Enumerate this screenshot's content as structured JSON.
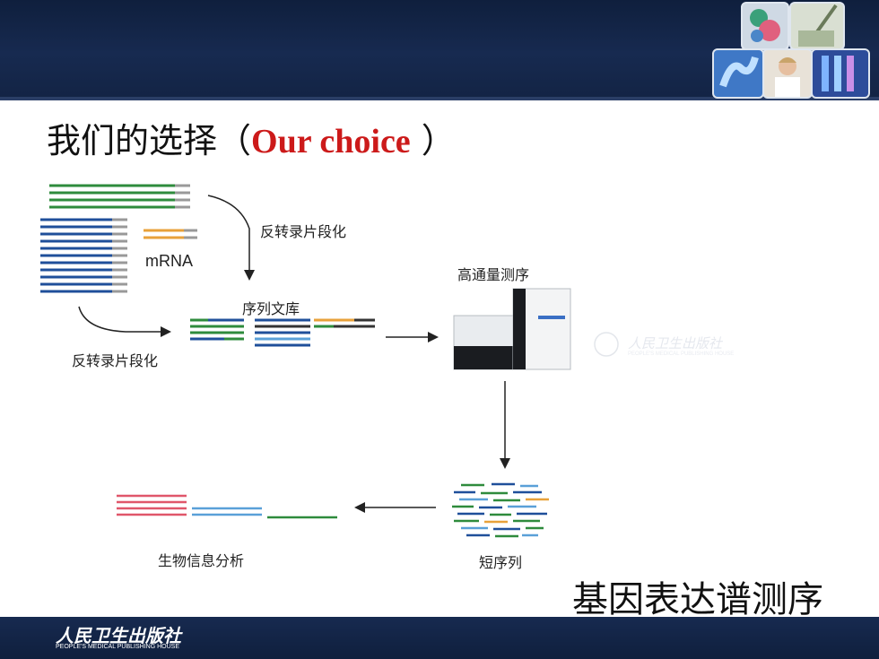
{
  "slide": {
    "title_cn": "我们的选择（",
    "title_en": "Our choice",
    "title_close": " ）",
    "subtitle": "基因表达谱测序"
  },
  "diagram": {
    "label_reverse_top": "反转录片段化",
    "label_mrna": "mRNA",
    "label_reverse_bottom": "反转录片段化",
    "label_library": "序列文库",
    "label_sequencing": "高通量测序",
    "label_short_reads": "短序列",
    "label_bioinfo": "生物信息分析"
  },
  "publisher": {
    "name_cn": "人民卫生出版社",
    "name_en": "PEOPLE'S MEDICAL PUBLISHING HOUSE"
  },
  "colors": {
    "header_bg": "#152749",
    "title_accent": "#cc1a1a",
    "strand_green": "#2e8b3c",
    "strand_blue": "#1f4f9a",
    "strand_orange": "#e8a13a",
    "strand_red": "#e0566a",
    "strand_lightblue": "#5aa0d8"
  },
  "icons": [
    "lab-photo-petri",
    "lab-photo-pipette",
    "lab-photo-gloves",
    "lab-photo-scientist",
    "lab-photo-testtubes",
    "publisher-logo-icon"
  ]
}
